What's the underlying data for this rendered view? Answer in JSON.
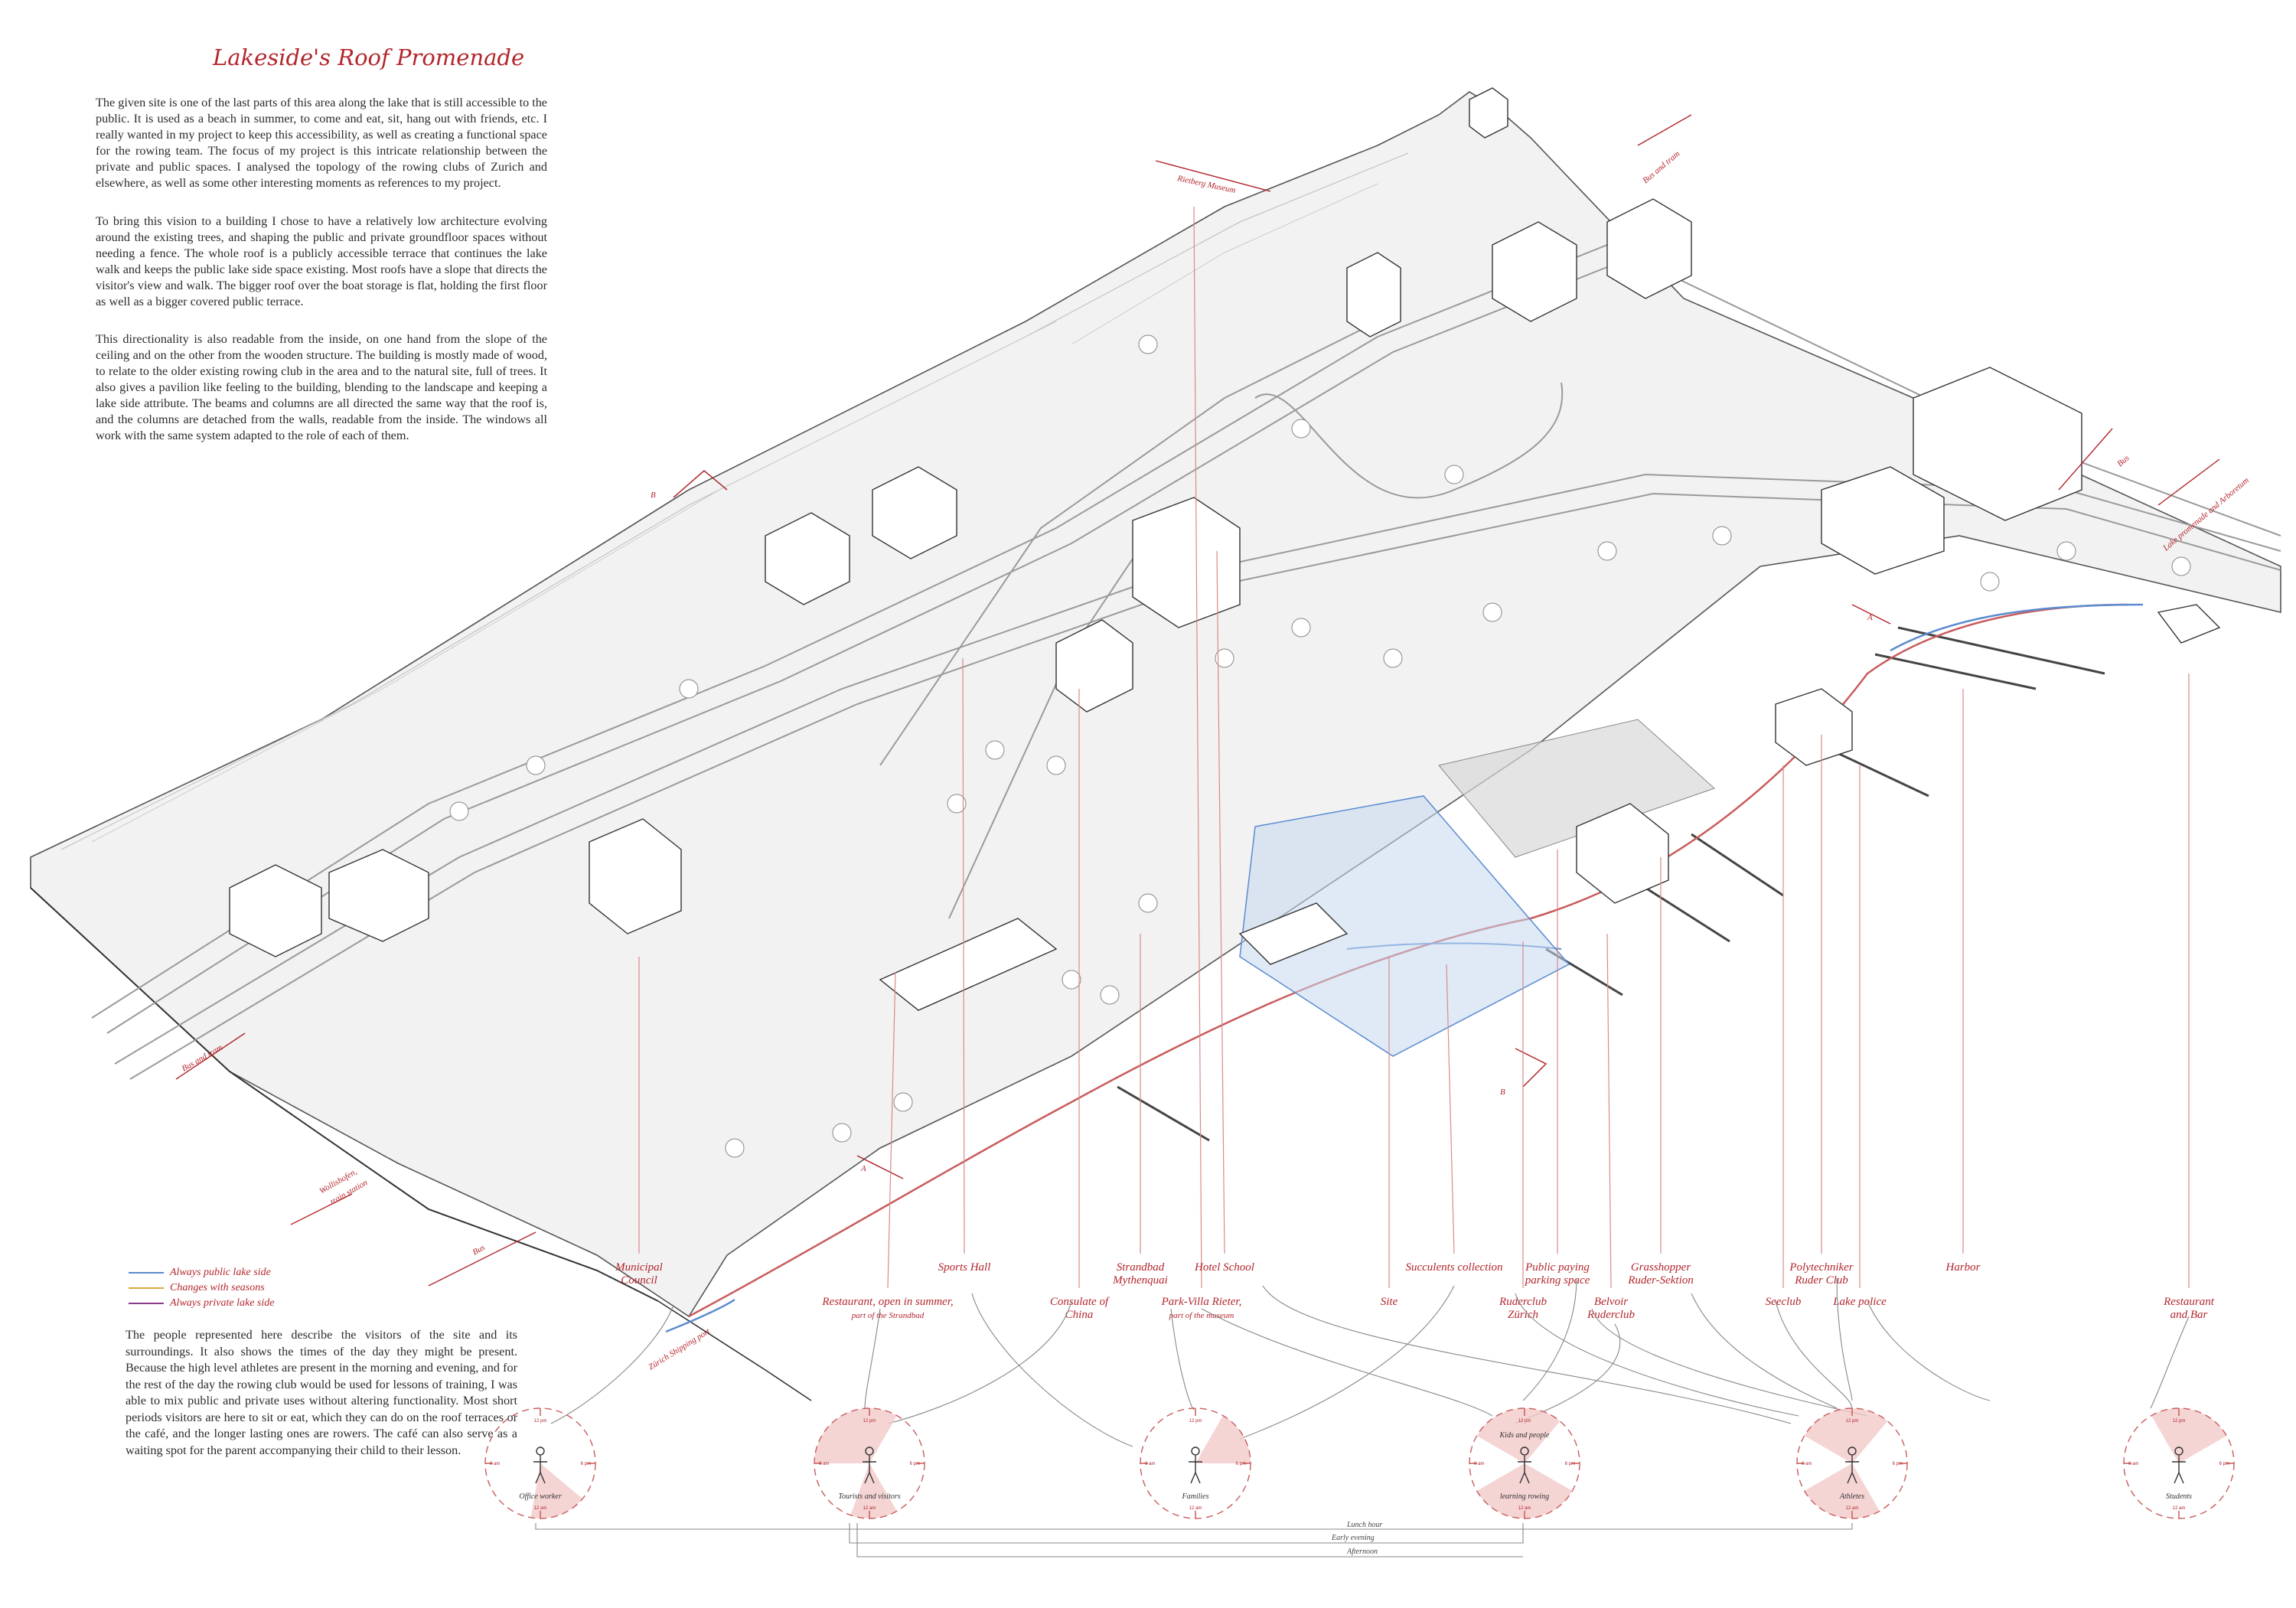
{
  "title": "Lakeside's Roof Promenade",
  "paragraphs": [
    "The given site is one of the last parts of this area along the lake that is still accessible to the public. It is used as a beach in summer, to come and eat, sit, hang out with friends, etc. I really wanted in my project to keep this accessibility, as well as creating a functional space for the rowing team. The focus of my project is this intricate relationship between the private and public spaces. I analysed the topology of the rowing clubs of Zurich and elsewhere, as well as some other interesting moments as references to my project.",
    "To bring this vision to a building I chose to have a relatively low architecture evolving around the existing trees, and shaping the public and private groundfloor spaces without needing a fence. The whole roof is a publicly accessible terrace that continues the lake walk and keeps the public lake side space existing. Most roofs have a slope that directs the visitor's view and walk. The bigger roof over the boat storage is flat, holding the first floor as well as a bigger covered public terrace.",
    "This directionality is also readable from the inside, on one hand from the slope of the ceiling and on the other from the wooden structure. The building is mostly made of wood, to relate to the older existing rowing club in the area and to the natural site, full of trees. It also gives a pavilion like feeling to the building, blending to the landscape and keeping a lake side attribute. The beams and columns are all directed the same way that the roof is, and the columns are detached from the walls, readable from the inside. The windows all work with the same system adapted to the role of each of them.",
    "The people represented here describe the visitors of the site and its surroundings. It also shows the times of the day they might be present. Because the high level athletes are present in the morning and evening, and for the rest of the day the rowing club would be used for lessons of training, I was able to mix public and private uses without altering functionality. Most short periods visitors are here to sit or eat, which they can do on the roof terraces or the café, and the longer lasting ones are rowers. The café can also serve as a waiting spot for the parent accompanying their child to their lesson."
  ],
  "legend": [
    {
      "label": "Always  public lake side",
      "color": "#5b8bd0"
    },
    {
      "label": "Changes with seasons",
      "color": "#d9a83a"
    },
    {
      "label": "Always private lake side",
      "color": "#8a3a8a"
    }
  ],
  "map_labels": {
    "rietberg": "Rietberg Museum",
    "bus_tram_top": "Bus and tram",
    "bus_right": "Bus",
    "lake_promenade": "Lake promenade and Arboretum",
    "bus_tram_left": "Bus and tram",
    "wollishofen": "Wollishofen,",
    "wollishofen_sub": "train station",
    "bus_left": "Bus",
    "zurich_port": "Zürich Shipping port",
    "section_b": "B",
    "section_a": "A"
  },
  "places": [
    {
      "label": "Municipal Council"
    },
    {
      "label": "Restaurant, open in summer, part of the Strandbad"
    },
    {
      "label": "Sports Hall"
    },
    {
      "label": "Consulate of China"
    },
    {
      "label": "Strandbad Mythenquai"
    },
    {
      "label": "Park-Villa Rieter, part of the museum"
    },
    {
      "label": "Hotel School"
    },
    {
      "label": "Site"
    },
    {
      "label": "Succulents collection"
    },
    {
      "label": "Public paying parking space"
    },
    {
      "label": "Ruderclub Zürich"
    },
    {
      "label": "Belvoir Ruderclub"
    },
    {
      "label": "Grasshopper Ruder-Sektion"
    },
    {
      "label": "Seeclub"
    },
    {
      "label": "Polytechniker Ruder Club"
    },
    {
      "label": "Lake police"
    },
    {
      "label": "Harbor"
    },
    {
      "label": "Restaurant and Bar"
    }
  ],
  "clocks": [
    {
      "caption": "Office worker",
      "top": "12 pm",
      "bottom": "12 am",
      "left": "6 am",
      "right": "6 pm"
    },
    {
      "caption": "Tourists and visitors",
      "top": "12 pm",
      "bottom": "12 am",
      "left": "6 am",
      "right": "6 pm"
    },
    {
      "caption": "Families",
      "top": "12 pm",
      "bottom": "12 am",
      "left": "6 am",
      "right": "6 pm"
    },
    {
      "caption": "learning rowing",
      "caption2": "Kids and people",
      "top": "12 pm",
      "bottom": "12 am",
      "left": "6 am",
      "right": "6 pm"
    },
    {
      "caption": "Athletes",
      "top": "12 pm",
      "bottom": "12 am",
      "left": "6 am",
      "right": "6 pm"
    },
    {
      "caption": "Students",
      "top": "12 pm",
      "bottom": "12 am",
      "left": "6 am",
      "right": "6 pm"
    }
  ],
  "timeline": [
    "Lunch hour",
    "Early evening",
    "Afternoon"
  ]
}
